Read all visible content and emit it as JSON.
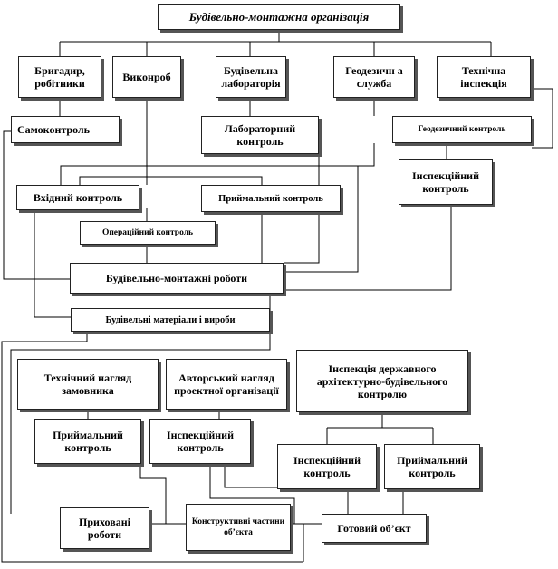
{
  "diagram": {
    "title": "Будівельно-монтажна   організація",
    "boxes": {
      "brygadyr": "Бригадир, робітники",
      "vykonrob": "Виконроб",
      "laboratory": "Будівельна лабораторія",
      "geodetic_service": "Геодезичн а служба",
      "tech_inspection": "Технічна інспекція",
      "self_control": "Самоконтроль",
      "lab_control": "Лабораторний контроль",
      "geodetic_control": "Геодезичний контроль",
      "inspection_control_top": "Інспекційний контроль",
      "input_control": "Вхідний контроль",
      "acceptance_control_top": "Приймальний контроль",
      "operational_control": "Операційний контроль",
      "construction_works": "Будівельно-монтажні роботи",
      "materials": "Будівельні матеріали і вироби",
      "customer_supervision": "Технічний нагляд замовника",
      "author_supervision": "Авторський нагляд проектної організації",
      "state_inspection": "Інспекція державного архітектурно-будівельного контролю",
      "acceptance_control_left": "Приймальний контроль",
      "inspection_control_mid": "Інспекційний контроль",
      "inspection_control_right": "Інспекційний контроль",
      "acceptance_control_right": "Приймальний контроль",
      "hidden_works": "Приховані роботи",
      "structural_parts": "Конструктивні частини об’єкта",
      "finished_object": "Готовий об’єкт"
    }
  }
}
